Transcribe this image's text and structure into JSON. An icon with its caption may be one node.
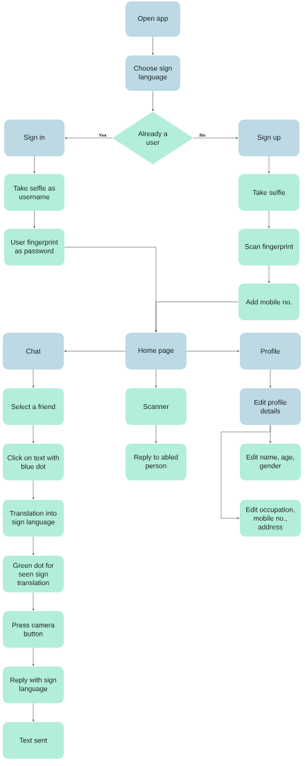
{
  "diagram": {
    "nodes": [
      {
        "text": [
          "Open app"
        ]
      },
      {
        "text": [
          "Choose sign language"
        ]
      },
      {
        "text": [
          "Already a user"
        ]
      },
      {
        "text": [
          "Sign in"
        ]
      },
      {
        "text": [
          "Sign up"
        ]
      },
      {
        "text": [
          "Take selfie as username"
        ]
      },
      {
        "text": [
          "Take selfie"
        ]
      },
      {
        "text": [
          "User fingerprint as password"
        ]
      },
      {
        "text": [
          "Scan fingerprint"
        ]
      },
      {
        "text": [
          "Add mobile no."
        ]
      },
      {
        "text": [
          "Chat"
        ]
      },
      {
        "text": [
          "Home page"
        ]
      },
      {
        "text": [
          "Profile"
        ]
      },
      {
        "text": [
          "Select a friend"
        ]
      },
      {
        "text": [
          "Scanner"
        ]
      },
      {
        "text": [
          "Edit profile details"
        ]
      },
      {
        "text": [
          "Click on text with blue dot"
        ]
      },
      {
        "text": [
          "Reply to abled person"
        ]
      },
      {
        "text": [
          "Edit name, age, gender"
        ]
      },
      {
        "text": [
          "Translation into sign language"
        ]
      },
      {
        "text": [
          "Edit occupation, mobile no., address"
        ]
      },
      {
        "text": [
          "Green dot for seen sign translation"
        ]
      },
      {
        "text": [
          "Press camera button"
        ]
      },
      {
        "text": [
          "Reply with sign language"
        ]
      },
      {
        "text": [
          "Text sent"
        ]
      }
    ],
    "edges": [
      {
        "from": 0,
        "to": 1,
        "arrow": "to"
      },
      {
        "from": 1,
        "to": 2,
        "arrow": "to"
      },
      {
        "from": 2,
        "to": 3,
        "arrow": "to",
        "label": "Yes"
      },
      {
        "from": 2,
        "to": 4,
        "arrow": "to",
        "label": "No"
      },
      {
        "from": 3,
        "to": 5,
        "arrow": "to"
      },
      {
        "from": 5,
        "to": 7,
        "arrow": "to"
      },
      {
        "from": 4,
        "to": 6,
        "arrow": "to"
      },
      {
        "from": 6,
        "to": 8,
        "arrow": "to"
      },
      {
        "from": 8,
        "to": 9,
        "arrow": "to"
      },
      {
        "from": 7,
        "to": 11,
        "arrow": "to"
      },
      {
        "from": 9,
        "to": 11,
        "arrow": "to"
      },
      {
        "from": 11,
        "to": 10,
        "arrow": "to"
      },
      {
        "from": 11,
        "to": 14,
        "arrow": "to"
      },
      {
        "from": 11,
        "to": 12,
        "arrow": "to"
      },
      {
        "from": 10,
        "to": 13,
        "arrow": "to"
      },
      {
        "from": 13,
        "to": 16,
        "arrow": "to"
      },
      {
        "from": 16,
        "to": 19,
        "arrow": "to"
      },
      {
        "from": 19,
        "to": 21,
        "arrow": "to"
      },
      {
        "from": 21,
        "to": 22,
        "arrow": "to"
      },
      {
        "from": 22,
        "to": 23,
        "arrow": "to"
      },
      {
        "from": 23,
        "to": 24,
        "arrow": "to"
      },
      {
        "from": 14,
        "to": 17,
        "arrow": "to"
      },
      {
        "from": 12,
        "to": 15,
        "arrow": "to"
      },
      {
        "from": 15,
        "to": 18,
        "arrow": "to"
      },
      {
        "from": 15,
        "to": 20,
        "arrow": "to"
      }
    ]
  }
}
